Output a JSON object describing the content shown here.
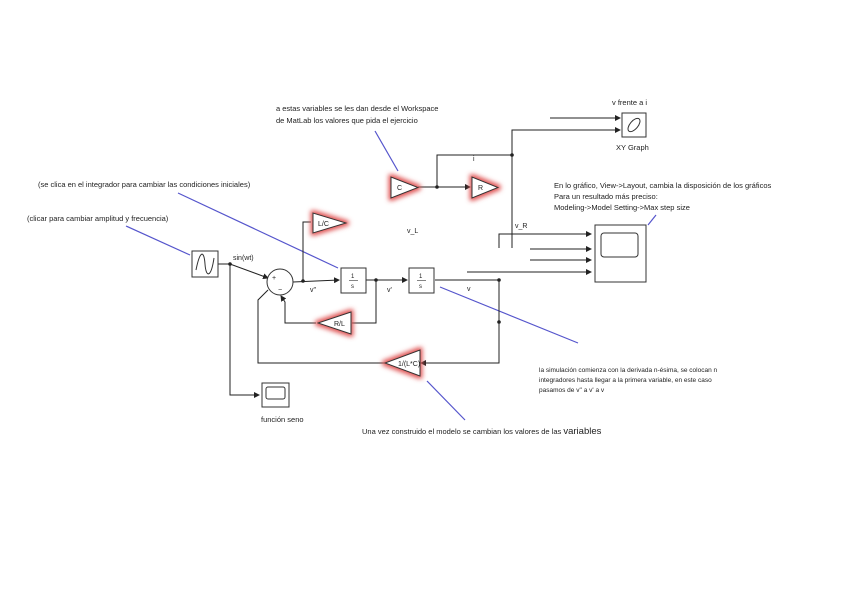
{
  "annotations": {
    "workspace_line1": "a estas variables se les dan desde el Workspace",
    "workspace_line2": "de MatLab los valores que pida el ejercicio",
    "integrator_note": "(se clica en el integrador para cambiar las condiciones iniciales)",
    "sine_note": "(clicar para cambiar amplitud y frecuencia)",
    "layout_line1": "En lo gráfico, View->Layout, cambia la disposición de los gráficos",
    "layout_line2": "Para un resultado más preciso:",
    "layout_line3": "Modeling->Model Setting->Max step size",
    "sim_line1": "la simulación comienza con la derivada n-ésima, se colocan n",
    "sim_line2": "integradores hasta llegar a la primera variable, en este caso",
    "sim_line3": "pasamos de v'' a v' a v",
    "bottom_prefix": "Una vez construido el modelo se cambian los valores de las ",
    "bottom_emph": "variables"
  },
  "blocks": {
    "xy_graph_title": "v frente a i",
    "xy_graph_label": "XY Graph",
    "gain_c": "C",
    "gain_r": "R",
    "gain_l_over_c": "L/C",
    "gain_r_over_l": "R/L",
    "gain_inv_lc": "1/(L*C)",
    "integrator_num": "1",
    "integrator_den": "s",
    "sine_scope_label": "función seno",
    "sum_plus": "+",
    "sum_minus": "−"
  },
  "signals": {
    "sin": "sin(wt)",
    "i": "i",
    "v_L": "v_L",
    "v_R": "v_R",
    "v_dd": "v''",
    "v_d": "v'",
    "v": "v"
  },
  "colors": {
    "highlight": "#e05555",
    "leader": "#5555cc"
  }
}
